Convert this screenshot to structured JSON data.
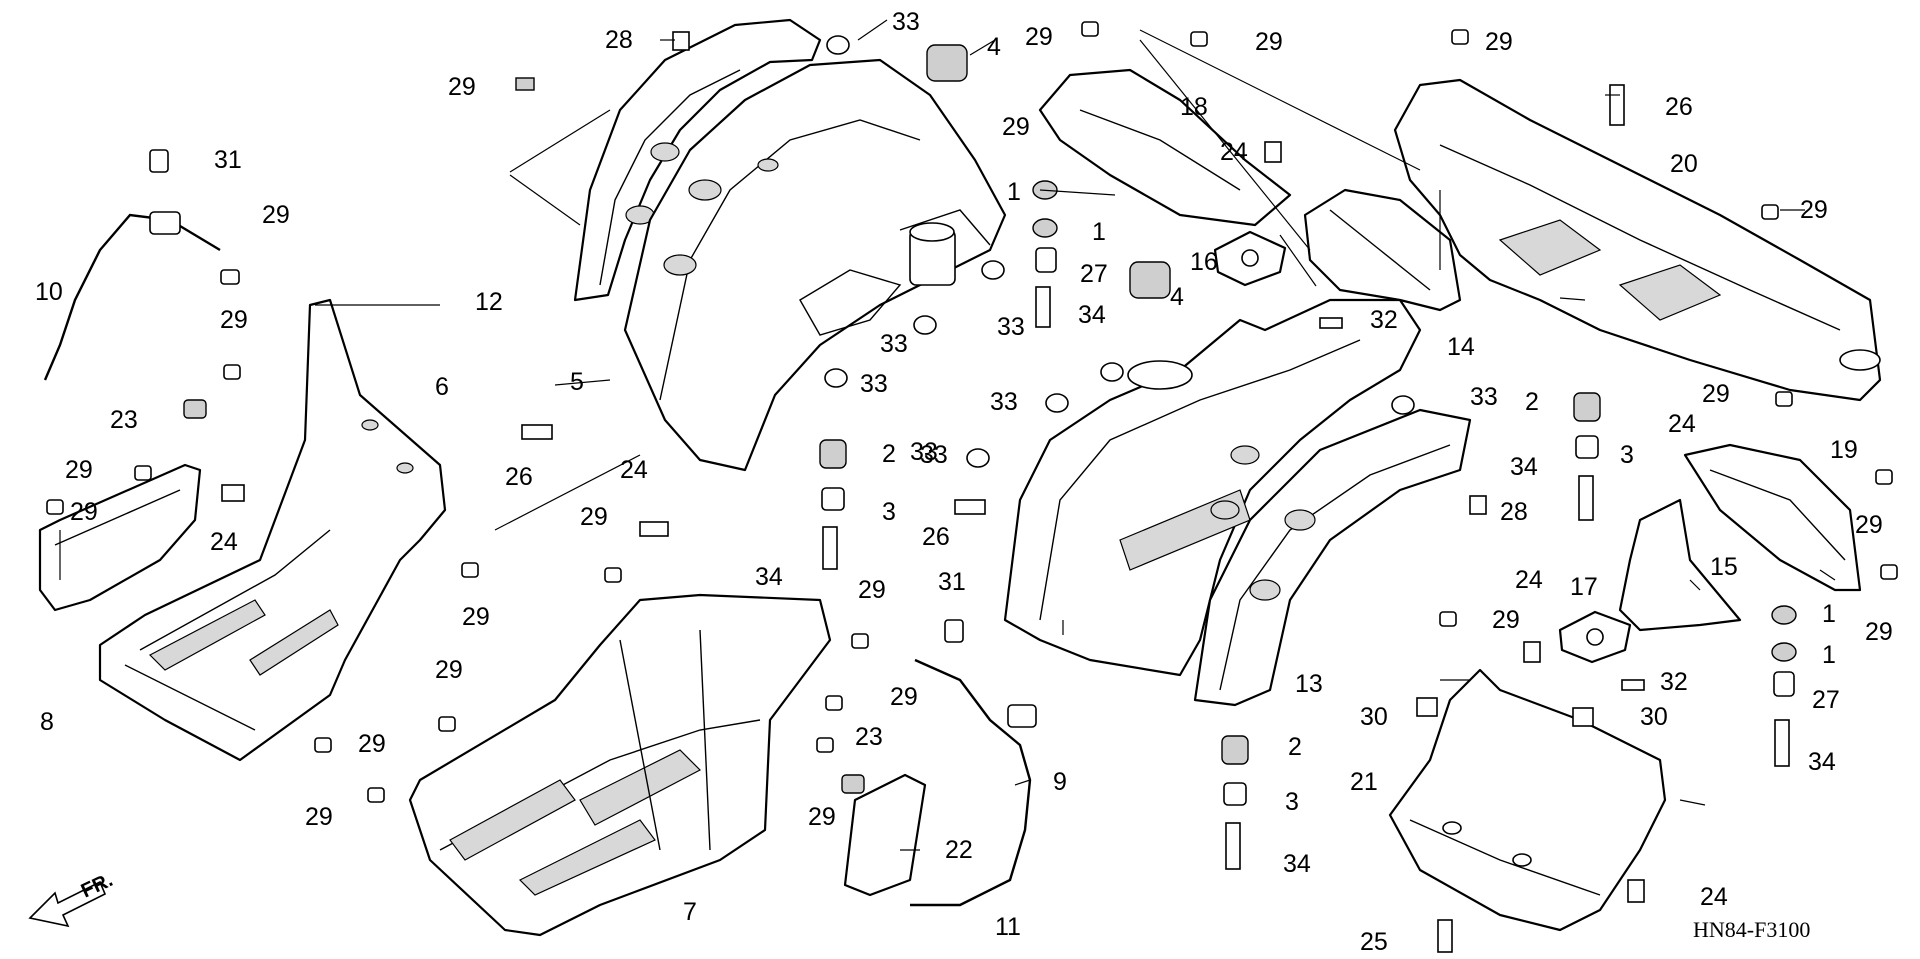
{
  "diagram_code": "HN84-F3100",
  "direction_label": "FR.",
  "callouts": [
    "1",
    "2",
    "3",
    "4",
    "5",
    "6",
    "7",
    "8",
    "9",
    "10",
    "11",
    "12",
    "13",
    "14",
    "15",
    "16",
    "17",
    "18",
    "19",
    "20",
    "21",
    "22",
    "23",
    "24",
    "25",
    "26",
    "27",
    "28",
    "29",
    "30",
    "31",
    "32",
    "33",
    "34"
  ]
}
